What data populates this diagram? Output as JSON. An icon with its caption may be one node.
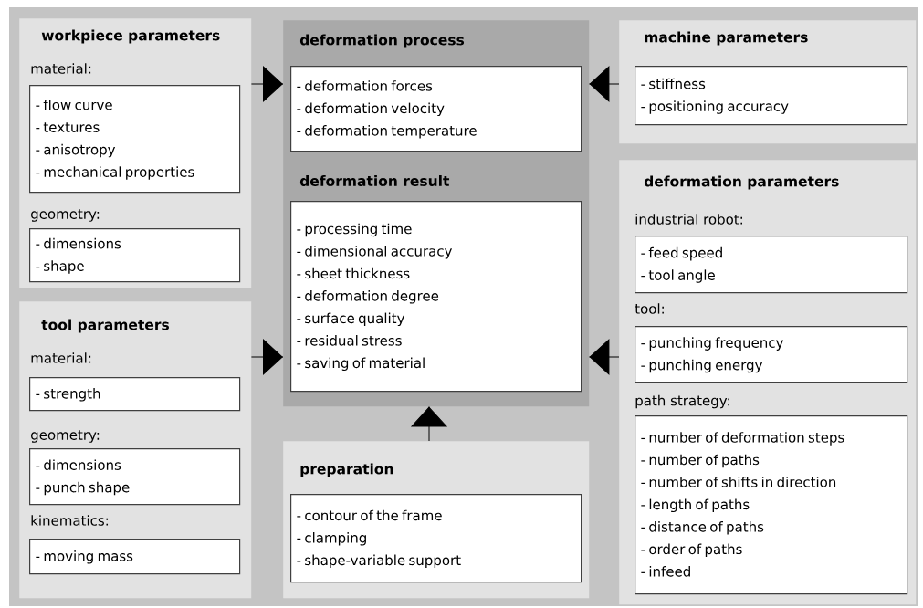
{
  "diagram": {
    "nodes": [
      {
        "text": [
          "workpiece parameters",
          "material:",
          "geometry:"
        ]
      },
      {
        "text": [
          "- flow curve",
          "- textures",
          "- anisotropy",
          "- mechanical properties"
        ],
        "in": 0
      },
      {
        "text": [
          "- dimensions",
          "- shape"
        ],
        "in": 0
      },
      {
        "text": [
          "deformation process",
          "deformation result"
        ]
      },
      {
        "text": [
          "- deformation forces",
          "- deformation velocity",
          "- deformation temperature"
        ],
        "in": 3
      },
      {
        "text": [
          "- processing time",
          "- dimensional accuracy",
          "- sheet thickness",
          "- deformation degree",
          "- surface quality",
          "- residual stress",
          "- saving of material"
        ],
        "in": 3
      },
      {
        "text": [
          "machine parameters"
        ]
      },
      {
        "text": [
          "- stiffness",
          "- positioning accuracy"
        ],
        "in": 6
      },
      {
        "text": [
          "tool parameters",
          "material:",
          "geometry:",
          "kinematics:"
        ]
      },
      {
        "text": [
          "- strength"
        ],
        "in": 8
      },
      {
        "text": [
          "- dimensions",
          "- punch shape"
        ],
        "in": 8
      },
      {
        "text": [
          "- moving mass"
        ],
        "in": 8
      },
      {
        "text": [
          "deformation parameters",
          "industrial robot:",
          "tool:",
          "path strategy:"
        ]
      },
      {
        "text": [
          "- feed speed",
          "- tool angle"
        ],
        "in": 12
      },
      {
        "text": [
          "- punching frequency",
          "- punching energy"
        ],
        "in": 12
      },
      {
        "text": [
          "- number of deformation steps",
          "- number of paths",
          "- number of shifts in direction",
          "- length of paths",
          "- distance of paths",
          "- order of paths",
          "- infeed"
        ],
        "in": 12
      },
      {
        "text": [
          "preparation"
        ]
      },
      {
        "text": [
          "- contour of the frame",
          "- clamping",
          "- shape-variable support"
        ],
        "in": 16
      }
    ],
    "edges": [
      {
        "from": 0,
        "to": 3,
        "arrow": "to"
      },
      {
        "from": 6,
        "to": 3,
        "arrow": "to"
      },
      {
        "from": 8,
        "to": 3,
        "arrow": "to"
      },
      {
        "from": 12,
        "to": 3,
        "arrow": "to"
      },
      {
        "from": 16,
        "to": 3,
        "arrow": "to"
      }
    ]
  }
}
